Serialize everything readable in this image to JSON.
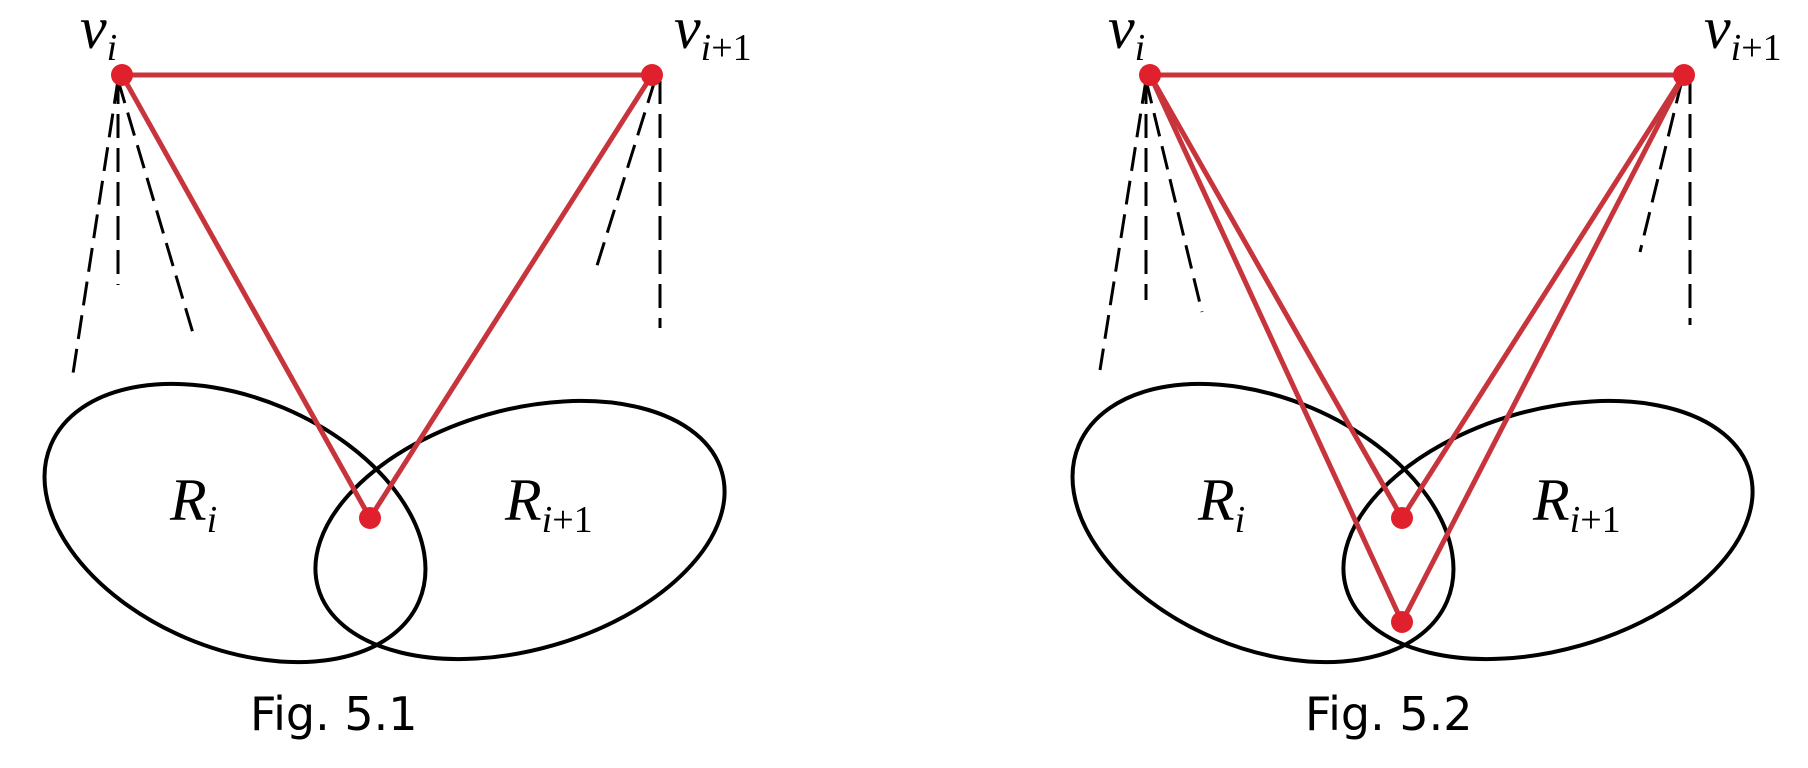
{
  "figures": [
    {
      "caption": "Fig. 5.1",
      "labels": {
        "v_left": {
          "main": "v",
          "sub": "i",
          "sub_tail": ""
        },
        "v_right": {
          "main": "v",
          "sub": "i",
          "sub_tail": "+1"
        },
        "region_left": {
          "main": "R",
          "sub": "i",
          "sub_tail": ""
        },
        "region_right": {
          "main": "R",
          "sub": "i",
          "sub_tail": "+1"
        }
      }
    },
    {
      "caption": "Fig. 5.2",
      "labels": {
        "v_left": {
          "main": "v",
          "sub": "i",
          "sub_tail": ""
        },
        "v_right": {
          "main": "v",
          "sub": "i",
          "sub_tail": "+1"
        },
        "region_left": {
          "main": "R",
          "sub": "i",
          "sub_tail": ""
        },
        "region_right": {
          "main": "R",
          "sub": "i",
          "sub_tail": "+1"
        }
      }
    }
  ],
  "colors": {
    "edge": "#c8343c",
    "vertex": "#e0202c",
    "outline": "#000000",
    "dashed": "#000000"
  }
}
